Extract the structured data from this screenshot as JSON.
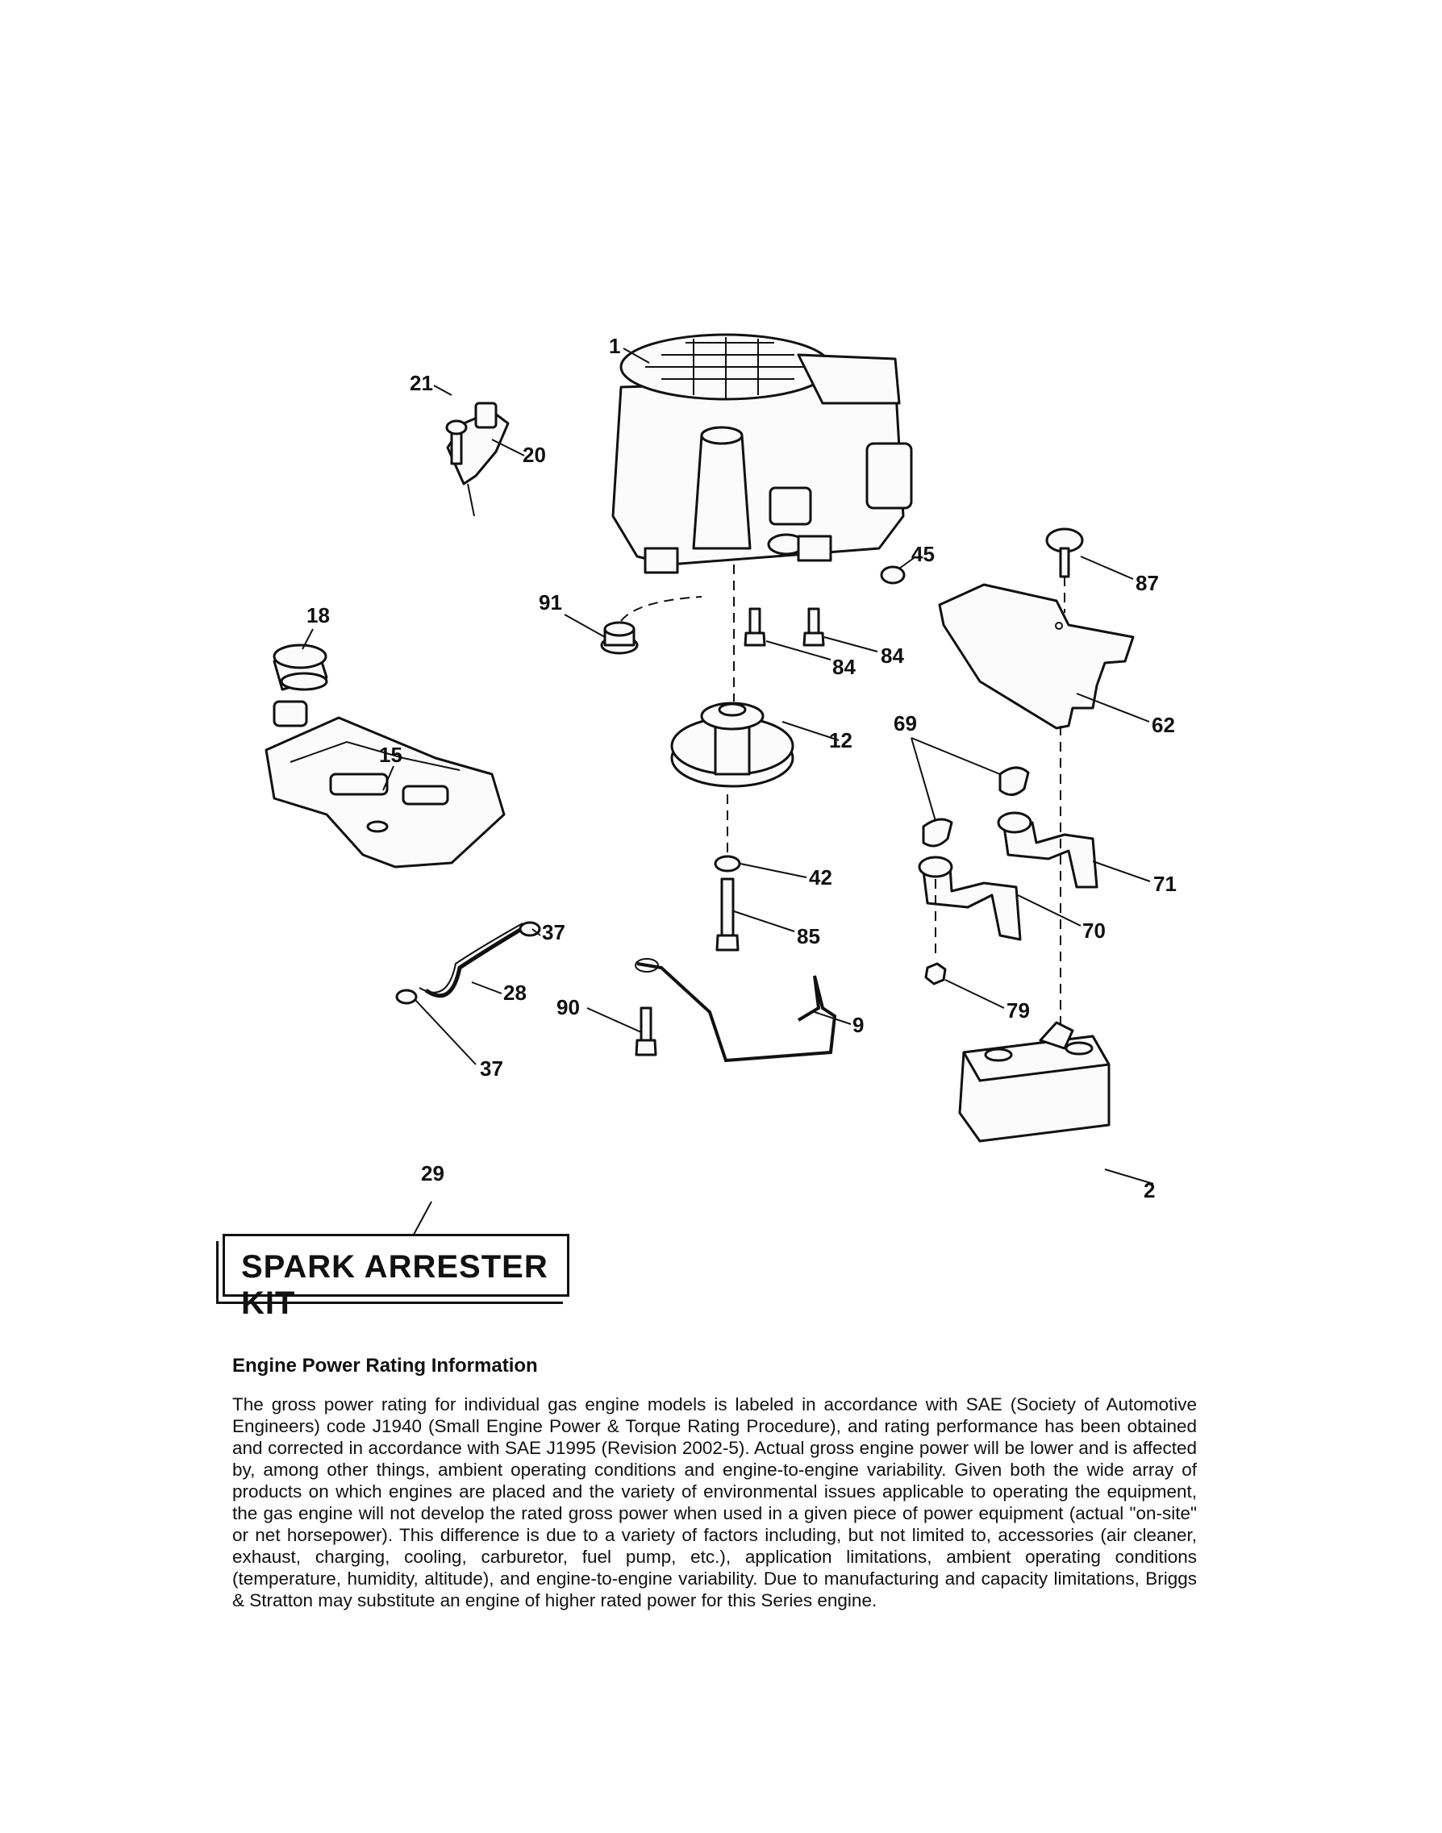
{
  "labels": {
    "p1": "1",
    "p2": "2",
    "p9": "9",
    "p12": "12",
    "p15": "15",
    "p18": "18",
    "p20": "20",
    "p21": "21",
    "p28": "28",
    "p29": "29",
    "p37a": "37",
    "p37b": "37",
    "p42": "42",
    "p45": "45",
    "p62": "62",
    "p69": "69",
    "p70": "70",
    "p71": "71",
    "p79": "79",
    "p84a": "84",
    "p84b": "84",
    "p85": "85",
    "p87": "87",
    "p90": "90",
    "p91": "91"
  },
  "kit": {
    "label": "SPARK ARRESTER KIT"
  },
  "info": {
    "title": "Engine Power Rating Information",
    "body": "The gross power rating for individual gas engine models is labeled in accordance with SAE (Society of Automotive Engineers) code J1940 (Small Engine Power & Torque Rating Procedure), and rating performance has been obtained and corrected in accordance with SAE J1995 (Revision 2002-5). Actual gross engine power will be lower and is affected by, among other things, ambient operating conditions and engine-to-engine variability. Given both the wide array of products on which engines are placed and the variety of environmental issues applicable to operating the equipment, the gas engine will not develop the rated gross power when used in a given piece of power equipment (actual \"on-site\" or net horsepower). This difference is due to a variety of factors including, but not limited to, accessories (air cleaner, exhaust, charging, cooling, carburetor, fuel pump, etc.), application limitations, ambient operating conditions (temperature, humidity, altitude), and engine-to-engine variability. Due to manufacturing and capacity limitations, Briggs & Stratton may substitute an engine of higher rated power for this Series engine."
  }
}
